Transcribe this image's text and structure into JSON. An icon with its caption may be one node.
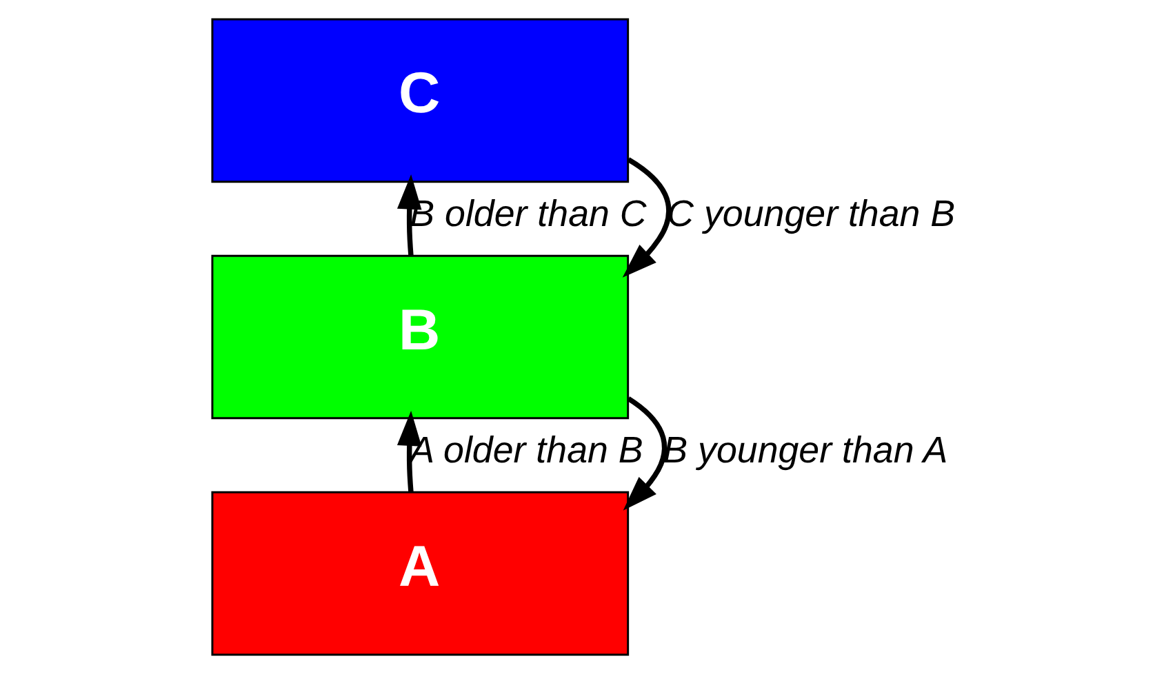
{
  "diagram": {
    "nodes": [
      {
        "text": [
          "C"
        ]
      },
      {
        "text": [
          "B"
        ]
      },
      {
        "text": [
          "A"
        ]
      }
    ],
    "edges": [
      {
        "from": 1,
        "to": 0,
        "arrow": "to",
        "label": "B older than C"
      },
      {
        "from": 2,
        "to": 1,
        "arrow": "to",
        "label": "A older than B"
      },
      {
        "from": 0,
        "to": 1,
        "arrow": "to",
        "label": "C younger than B"
      },
      {
        "from": 1,
        "to": 2,
        "arrow": "to",
        "label": "B younger than A"
      }
    ]
  }
}
